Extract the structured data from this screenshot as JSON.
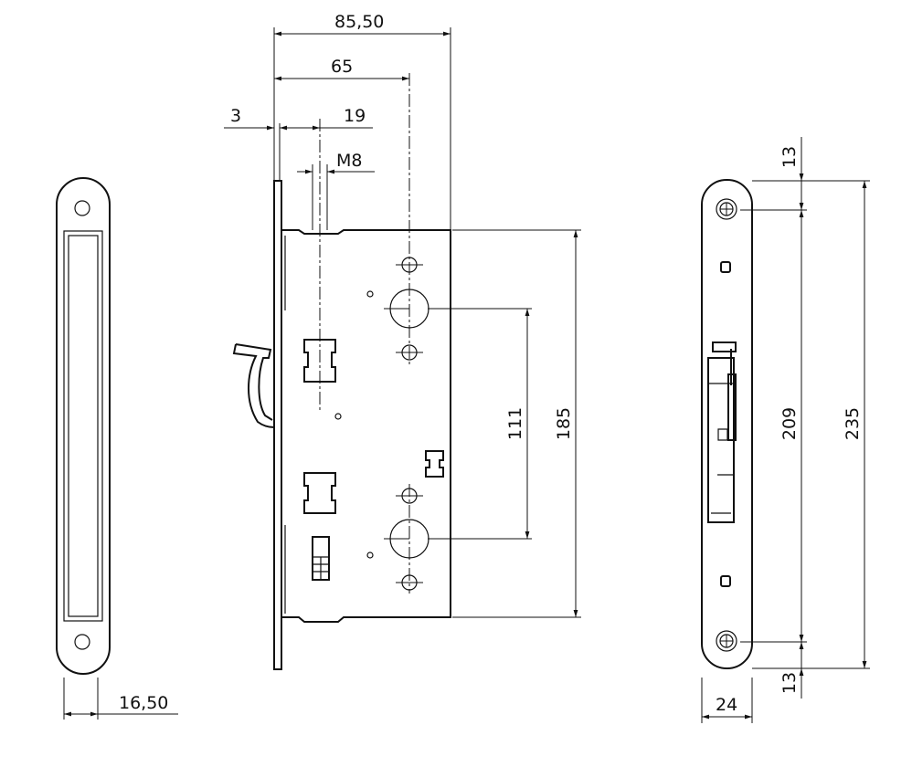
{
  "title": "Mortise lock technical drawing",
  "dimensions": {
    "front_width": "16,50",
    "total_depth": "85,50",
    "backset": "65",
    "faceplate_thickness": "3",
    "latch_offset": "19",
    "thread": "M8",
    "handle_to_cylinder": "111",
    "case_height": "185",
    "top_screw_offset": "13",
    "screw_spacing": "209",
    "faceplate_length": "235",
    "bottom_screw_offset": "13",
    "faceplate_width": "24"
  }
}
